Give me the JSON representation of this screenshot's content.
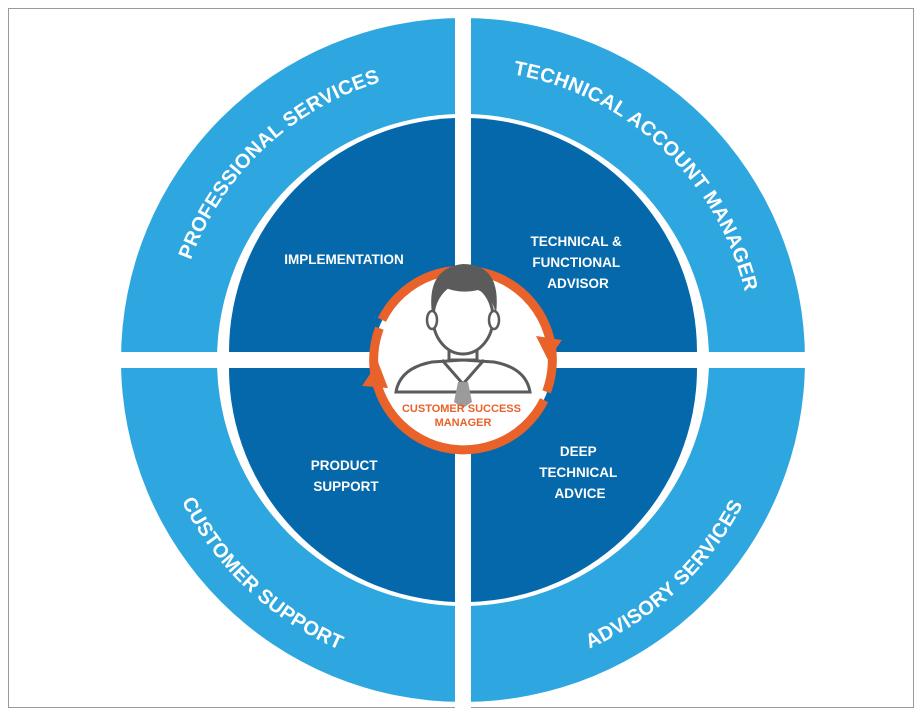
{
  "diagram": {
    "outer_ring": [
      {
        "id": "professional",
        "label": "PROFESSIONAL SERVICES"
      },
      {
        "id": "technical_account",
        "label": "TECHNICAL ACCOUNT MANAGER"
      },
      {
        "id": "customer_support",
        "label": "CUSTOMER SUPPORT"
      },
      {
        "id": "advisory",
        "label": "ADVISORY SERVICES"
      }
    ],
    "inner_quadrants": {
      "top_left": {
        "lines": [
          "IMPLEMENTATION"
        ]
      },
      "top_right": {
        "lines": [
          "TECHNICAL &",
          "FUNCTIONAL",
          "ADVISOR"
        ]
      },
      "bottom_left": {
        "lines": [
          "PRODUCT",
          "SUPPORT"
        ]
      },
      "bottom_right": {
        "lines": [
          "DEEP",
          "TECHNICAL",
          "ADVICE"
        ]
      }
    },
    "center": {
      "lines": [
        "CUSTOMER SUCCESS",
        "MANAGER"
      ],
      "icon": "person-icon"
    },
    "colors": {
      "outer_ring": "#2ea6df",
      "inner_quadrant": "#0468ab",
      "arrows": "#e8622a",
      "person": "#5b5b5b",
      "divider": "#ffffff"
    }
  }
}
